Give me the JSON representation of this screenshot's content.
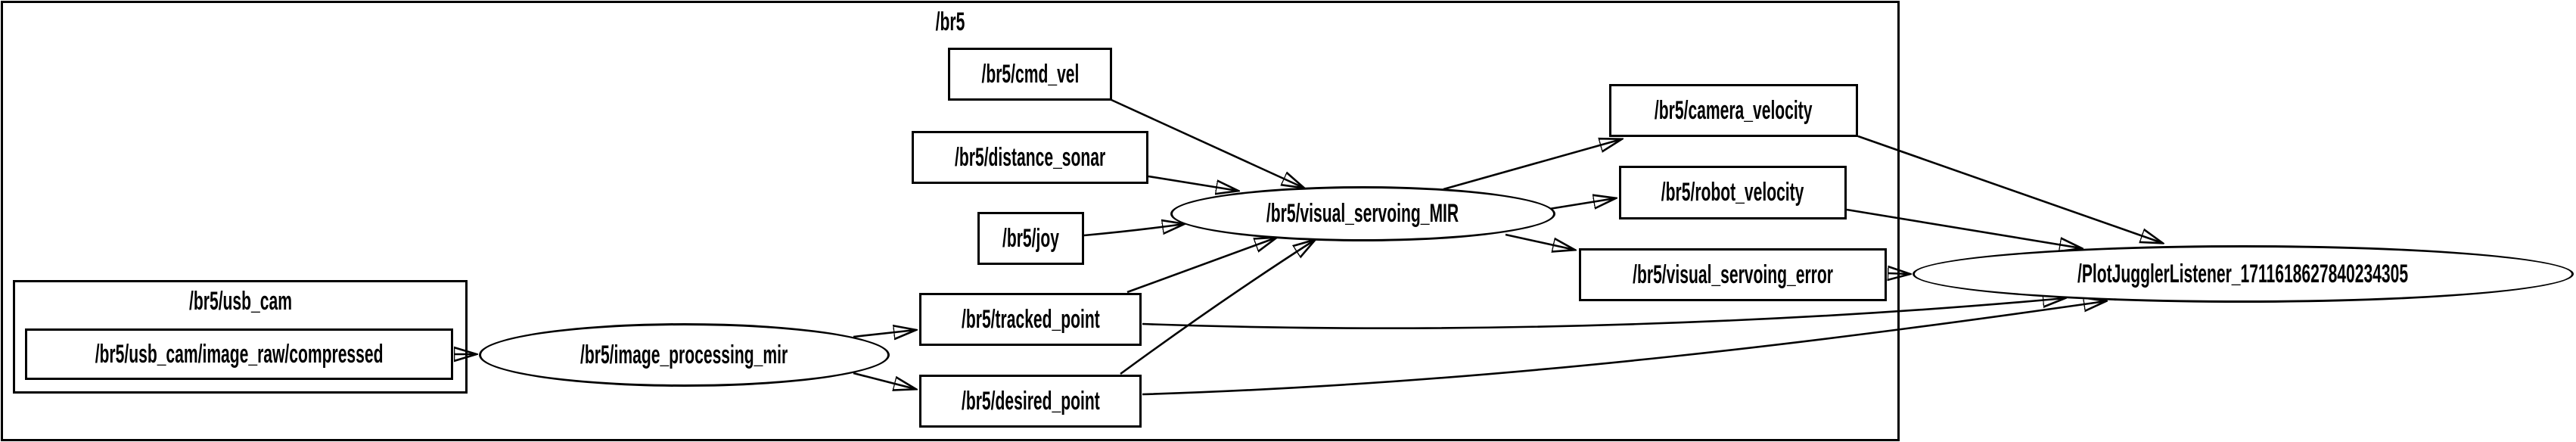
{
  "graph": {
    "kind": "ros-node-graph",
    "clusters": {
      "br5": {
        "label": "/br5"
      },
      "usb_cam": {
        "label": "/br5/usb_cam"
      }
    },
    "topics": {
      "usb_cam_compressed": {
        "label": "/br5/usb_cam/image_raw/compressed"
      },
      "cmd_vel": {
        "label": "/br5/cmd_vel"
      },
      "distance_sonar": {
        "label": "/br5/distance_sonar"
      },
      "joy": {
        "label": "/br5/joy"
      },
      "tracked_point": {
        "label": "/br5/tracked_point"
      },
      "desired_point": {
        "label": "/br5/desired_point"
      },
      "camera_velocity": {
        "label": "/br5/camera_velocity"
      },
      "robot_velocity": {
        "label": "/br5/robot_velocity"
      },
      "visual_servoing_error": {
        "label": "/br5/visual_servoing_error"
      }
    },
    "nodes": {
      "image_processing_mir": {
        "label": "/br5/image_processing_mir"
      },
      "visual_servoing_MIR": {
        "label": "/br5/visual_servoing_MIR"
      },
      "plotjuggler_listener": {
        "label": "/PlotJugglerListener_1711618627840234305"
      }
    },
    "edges": [
      {
        "from": "/br5/usb_cam/image_raw/compressed",
        "to": "/br5/image_processing_mir"
      },
      {
        "from": "/br5/image_processing_mir",
        "to": "/br5/tracked_point"
      },
      {
        "from": "/br5/image_processing_mir",
        "to": "/br5/desired_point"
      },
      {
        "from": "/br5/cmd_vel",
        "to": "/br5/visual_servoing_MIR"
      },
      {
        "from": "/br5/distance_sonar",
        "to": "/br5/visual_servoing_MIR"
      },
      {
        "from": "/br5/joy",
        "to": "/br5/visual_servoing_MIR"
      },
      {
        "from": "/br5/tracked_point",
        "to": "/br5/visual_servoing_MIR"
      },
      {
        "from": "/br5/desired_point",
        "to": "/br5/visual_servoing_MIR"
      },
      {
        "from": "/br5/visual_servoing_MIR",
        "to": "/br5/camera_velocity"
      },
      {
        "from": "/br5/visual_servoing_MIR",
        "to": "/br5/robot_velocity"
      },
      {
        "from": "/br5/visual_servoing_MIR",
        "to": "/br5/visual_servoing_error"
      },
      {
        "from": "/br5/camera_velocity",
        "to": "/PlotJugglerListener_1711618627840234305"
      },
      {
        "from": "/br5/robot_velocity",
        "to": "/PlotJugglerListener_1711618627840234305"
      },
      {
        "from": "/br5/visual_servoing_error",
        "to": "/PlotJugglerListener_1711618627840234305"
      },
      {
        "from": "/br5/tracked_point",
        "to": "/PlotJugglerListener_1711618627840234305"
      },
      {
        "from": "/br5/desired_point",
        "to": "/PlotJugglerListener_1711618627840234305"
      }
    ],
    "colors": {
      "stroke": "#000000",
      "background": "#ffffff",
      "text": "#000000"
    }
  }
}
